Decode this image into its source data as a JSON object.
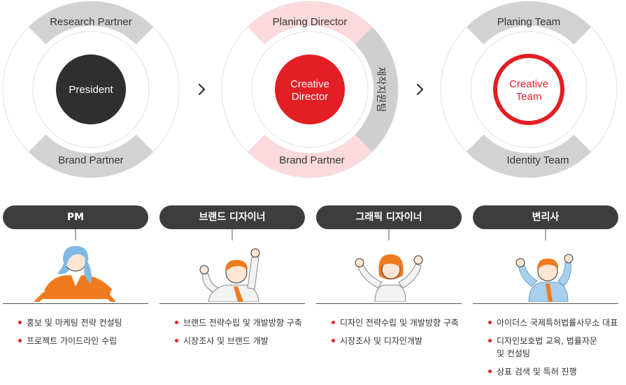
{
  "colors": {
    "dark": "#2f2f2f",
    "red": "#e31e24",
    "pink": "#fcd9dc",
    "gray_seg": "#cfcfcf",
    "ring_bg": "#ffffff",
    "orange": "#f07a1e"
  },
  "groups": [
    {
      "top_label": "Research Partner",
      "bottom_label": "Brand Partner",
      "center": "President",
      "style": "dark"
    },
    {
      "top_label": "Planing Director",
      "bottom_label": "Brand Partner",
      "side_label": "제작지원팀",
      "center_line1": "Creative",
      "center_line2": "Director",
      "style": "red"
    },
    {
      "top_label": "Planing Team",
      "bottom_label": "Identity Team",
      "center_line1": "Creative",
      "center_line2": "Team",
      "style": "outline"
    }
  ],
  "arrow_icon": "chevron-right-icon",
  "roles": [
    {
      "title": "PM",
      "items": [
        "홍보 및 마케팅 전략 컨설팅",
        "프로젝트 가이드라인 수립"
      ]
    },
    {
      "title": "브랜드 디자이너",
      "items": [
        "브랜드 전략수립 및 개발방향 구축",
        "시장조사 및 브랜드 개발"
      ]
    },
    {
      "title": "그래픽 디자이너",
      "items": [
        "디자인 전략수립 및 개발방향 구축",
        "시장조사 및 디자인개발"
      ]
    },
    {
      "title": "변리사",
      "items": [
        "아이더스 국제특허법률사무소 대표",
        "디자인보호법 교육, 법률자문\n및 컨설팅",
        "상표 검색 및 특허 진행"
      ]
    }
  ]
}
